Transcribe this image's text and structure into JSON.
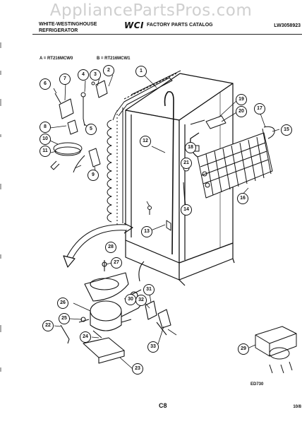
{
  "watermark": "AppliancePartsPros.com",
  "header": {
    "brand_line1": "WHITE-WESTINGHOUSE",
    "brand_line2": "REFRIGERATOR",
    "logo": "WCI",
    "catalog_title": "FACTORY PARTS CATALOG",
    "doc_number": "LW3058923"
  },
  "models": {
    "a": "A = RT216MCW0",
    "b": "B = RT216MCW1"
  },
  "callouts": [
    "1",
    "2",
    "3",
    "4",
    "5",
    "6",
    "7",
    "8",
    "9",
    "10",
    "11",
    "12",
    "13",
    "14",
    "15",
    "16",
    "17",
    "18",
    "19",
    "20",
    "21",
    "22",
    "23",
    "24",
    "25",
    "26",
    "27",
    "28",
    "29",
    "30",
    "31",
    "32",
    "33"
  ],
  "footer": {
    "figure_code": "ED730",
    "page_number": "C8",
    "date": "10/8"
  }
}
